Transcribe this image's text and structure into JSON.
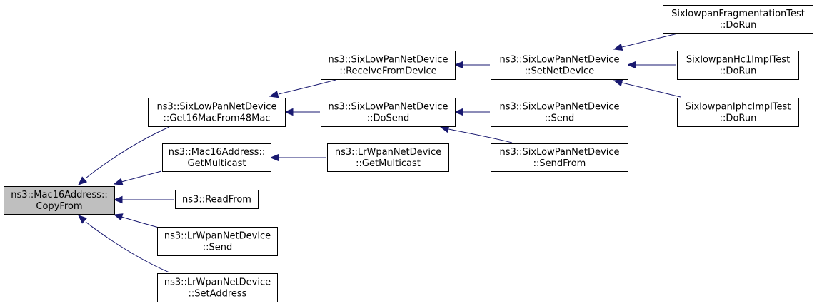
{
  "graph": {
    "nodes": [
      {
        "id": "root",
        "lines": [
          "ns3::Mac16Address::",
          "CopyFrom"
        ],
        "root": true
      },
      {
        "id": "get16",
        "lines": [
          "ns3::SixLowPanNetDevice",
          "::Get16MacFrom48Mac"
        ]
      },
      {
        "id": "mac16multi",
        "lines": [
          "ns3::Mac16Address::",
          "GetMulticast"
        ]
      },
      {
        "id": "readfrom",
        "lines": [
          "ns3::ReadFrom"
        ]
      },
      {
        "id": "lrsend",
        "lines": [
          "ns3::LrWpanNetDevice",
          "::Send"
        ]
      },
      {
        "id": "lrsetaddr",
        "lines": [
          "ns3::LrWpanNetDevice",
          "::SetAddress"
        ]
      },
      {
        "id": "recvfrom",
        "lines": [
          "ns3::SixLowPanNetDevice",
          "::ReceiveFromDevice"
        ]
      },
      {
        "id": "dosend",
        "lines": [
          "ns3::SixLowPanNetDevice",
          "::DoSend"
        ]
      },
      {
        "id": "lrgetmulti",
        "lines": [
          "ns3::LrWpanNetDevice",
          "::GetMulticast"
        ]
      },
      {
        "id": "setnetdev",
        "lines": [
          "ns3::SixLowPanNetDevice",
          "::SetNetDevice"
        ]
      },
      {
        "id": "sixsend",
        "lines": [
          "ns3::SixLowPanNetDevice",
          "::Send"
        ]
      },
      {
        "id": "sendfrom",
        "lines": [
          "ns3::SixLowPanNetDevice",
          "::SendFrom"
        ]
      },
      {
        "id": "fragtest",
        "lines": [
          "SixlowpanFragmentationTest",
          "::DoRun"
        ]
      },
      {
        "id": "hc1test",
        "lines": [
          "SixlowpanHc1ImplTest",
          "::DoRun"
        ]
      },
      {
        "id": "iphctest",
        "lines": [
          "SixlowpanIphcImplTest",
          "::DoRun"
        ]
      }
    ],
    "edges": [
      {
        "from": "get16",
        "to": "root"
      },
      {
        "from": "mac16multi",
        "to": "root"
      },
      {
        "from": "readfrom",
        "to": "root"
      },
      {
        "from": "lrsend",
        "to": "root"
      },
      {
        "from": "lrsetaddr",
        "to": "root"
      },
      {
        "from": "recvfrom",
        "to": "get16"
      },
      {
        "from": "dosend",
        "to": "get16"
      },
      {
        "from": "lrgetmulti",
        "to": "mac16multi"
      },
      {
        "from": "setnetdev",
        "to": "recvfrom"
      },
      {
        "from": "sixsend",
        "to": "dosend"
      },
      {
        "from": "sendfrom",
        "to": "dosend"
      },
      {
        "from": "fragtest",
        "to": "setnetdev"
      },
      {
        "from": "hc1test",
        "to": "setnetdev"
      },
      {
        "from": "iphctest",
        "to": "setnetdev"
      }
    ],
    "colors": {
      "edge": "#191970",
      "root_fill": "#bfbfbf",
      "node_fill": "#ffffff",
      "border": "#000000"
    }
  }
}
